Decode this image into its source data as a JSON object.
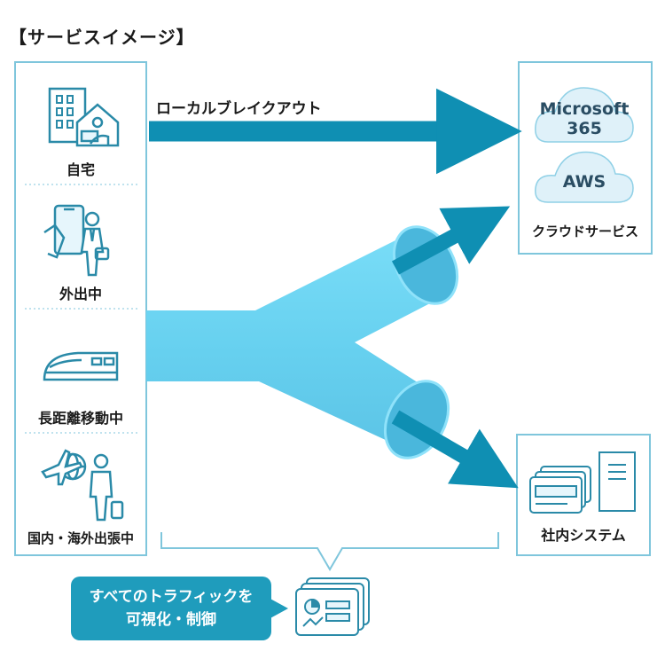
{
  "title": "【サービスイメージ】",
  "locations": [
    {
      "label": "自宅",
      "icon": "home-office-icon"
    },
    {
      "label": "外出中",
      "icon": "smartphone-walker-icon"
    },
    {
      "label": "長距離移動中",
      "icon": "bullet-train-icon"
    },
    {
      "label": "国内・海外出張中",
      "icon": "airplane-globe-traveler-icon"
    }
  ],
  "local_breakout_label": "ローカルブレイクアウト",
  "cloud_services": {
    "label": "クラウドサービス",
    "items": [
      {
        "name": "Microsoft\n365",
        "icon": "cloud-icon"
      },
      {
        "name": "AWS",
        "icon": "cloud-icon"
      }
    ]
  },
  "internal_system": {
    "label": "社内システム",
    "icon": "server-window-icon"
  },
  "callout": {
    "line1": "すべてのトラフィックを",
    "line2": "可視化・制御"
  },
  "colors": {
    "frame": "#7fc6dc",
    "dark_arrow": "#0f8fb3",
    "tunnel": "#6ad3f1",
    "tunnel_shadow": "#4ab7dc",
    "callout_bg": "#1f9cbc",
    "cloud_fill": "#dff1f9",
    "icon_stroke": "#2a8aa8"
  }
}
